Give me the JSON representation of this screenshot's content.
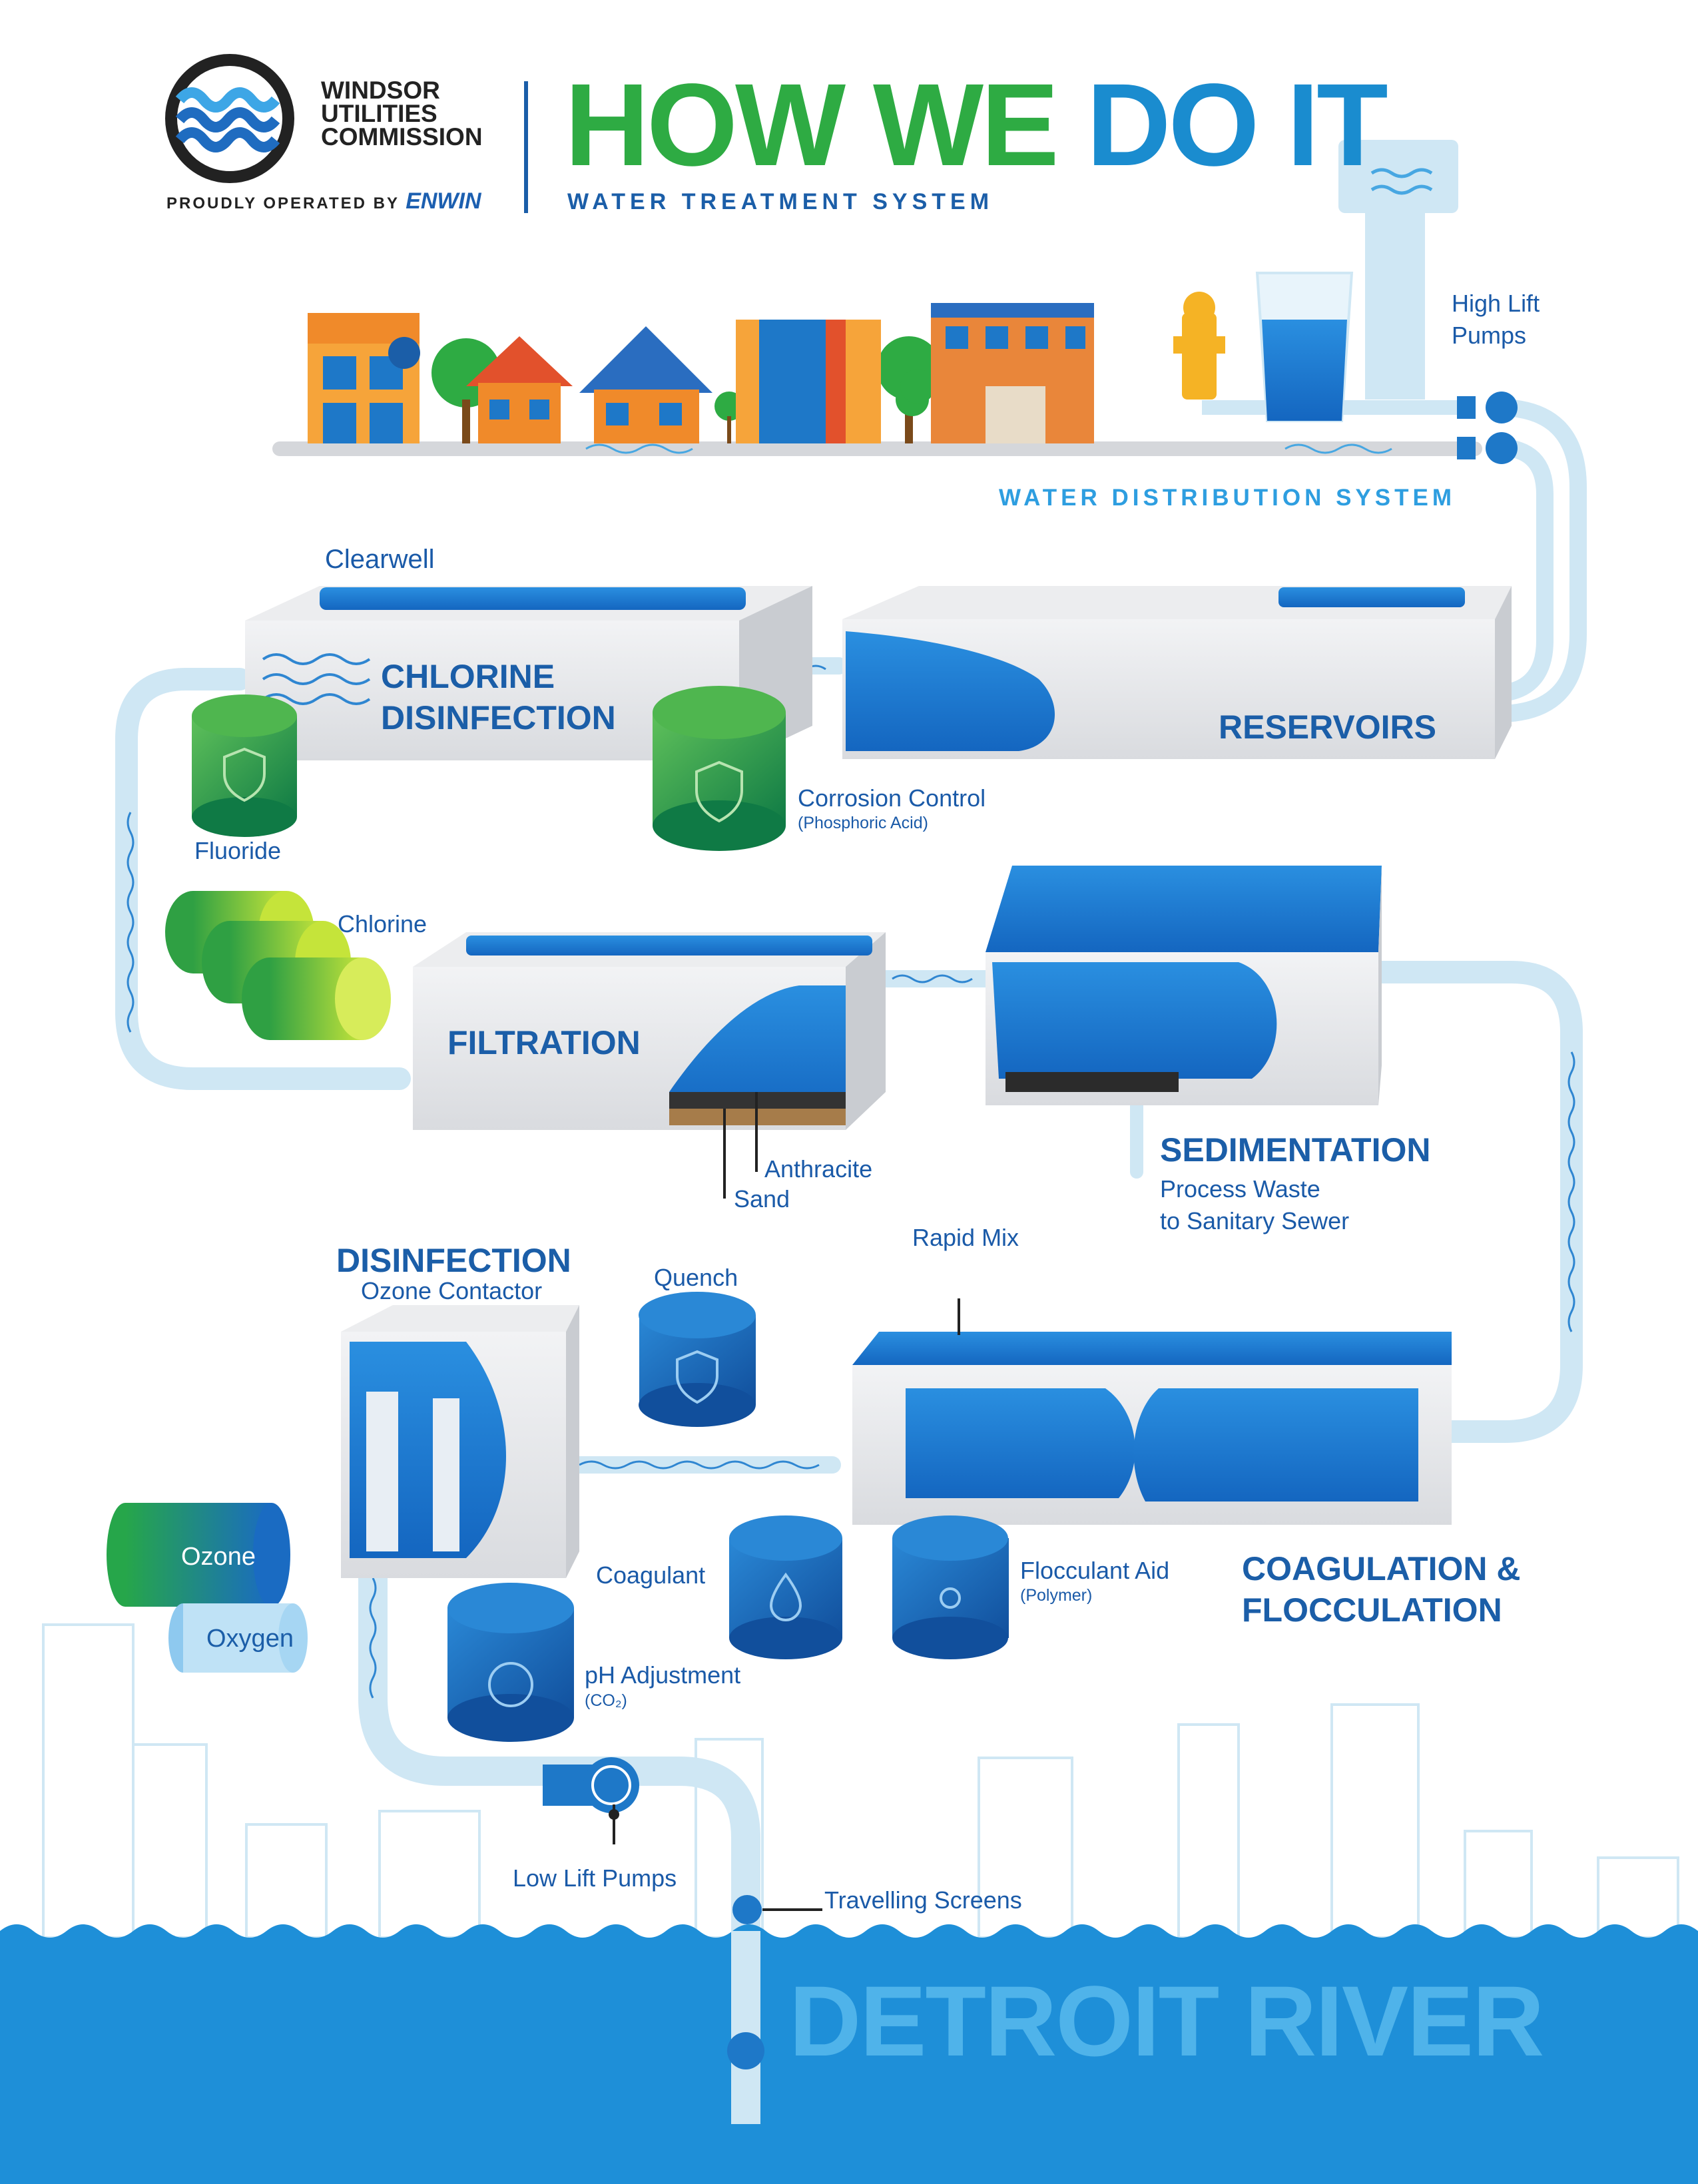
{
  "header": {
    "logo_line1": "WINDSOR",
    "logo_line2": "UTILITIES",
    "logo_line3": "COMMISSION",
    "operated_by": "PROUDLY OPERATED BY",
    "operator": "ENWIN",
    "title_part1": "HOW WE ",
    "title_part2": "DO IT",
    "subtitle": "WATER TREATMENT SYSTEM"
  },
  "distribution": {
    "label": "WATER DISTRIBUTION SYSTEM",
    "high_lift_pumps": "High Lift\nPumps"
  },
  "stages": {
    "chlorine": "CHLORINE\nDISINFECTION",
    "reservoirs": "RESERVOIRS",
    "filtration": "FILTRATION",
    "sedimentation": "SEDIMENTATION",
    "disinfection": "DISINFECTION",
    "coagulation": "COAGULATION &\nFLOCCULATION"
  },
  "labels": {
    "clearwell": "Clearwell",
    "fluoride": "Fluoride",
    "corrosion_control": "Corrosion Control",
    "corrosion_sub": "(Phosphoric Acid)",
    "chlorine_cyl": "Chlorine",
    "anthracite": "Anthracite",
    "sand": "Sand",
    "process_waste": "Process Waste\nto Sanitary Sewer",
    "ozone_contactor": "Ozone Contactor",
    "quench": "Quench",
    "rapid_mix": "Rapid Mix",
    "coagulant": "Coagulant",
    "flocculant": "Flocculant Aid",
    "flocculant_sub": "(Polymer)",
    "ozone": "Ozone",
    "oxygen": "Oxygen",
    "ph_adjustment": "pH Adjustment",
    "ph_sub": "(CO₂)",
    "low_lift_pumps": "Low Lift Pumps",
    "travelling_screens": "Travelling Screens",
    "river": "DETROIT RIVER"
  },
  "colors": {
    "dark_blue": "#1b5ea8",
    "mid_blue": "#1e78c8",
    "light_blue": "#2e9ee0",
    "pipe": "#cfe7f4",
    "green": "#2eab43",
    "tank_green": "#1f9a4a",
    "river": "#1e8fd8"
  }
}
